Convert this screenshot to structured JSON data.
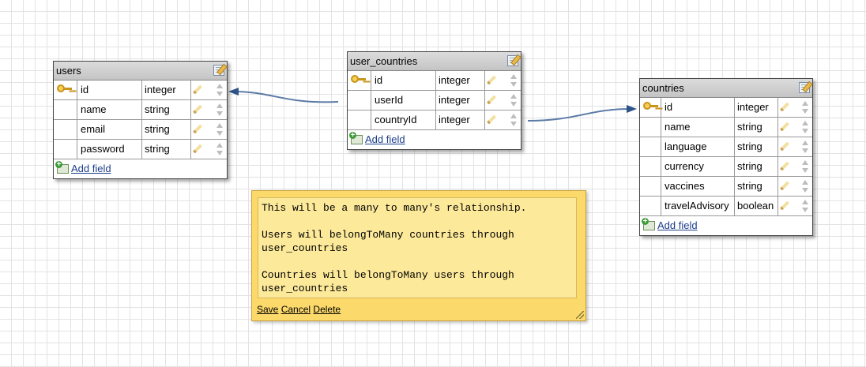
{
  "tables": {
    "users": {
      "name": "users",
      "add_field": "Add field",
      "fields": [
        {
          "name": "id",
          "type": "integer"
        },
        {
          "name": "name",
          "type": "string"
        },
        {
          "name": "email",
          "type": "string"
        },
        {
          "name": "password",
          "type": "string"
        }
      ]
    },
    "user_countries": {
      "name": "user_countries",
      "add_field": "Add field",
      "fields": [
        {
          "name": "id",
          "type": "integer"
        },
        {
          "name": "userId",
          "type": "integer"
        },
        {
          "name": "countryId",
          "type": "integer"
        }
      ]
    },
    "countries": {
      "name": "countries",
      "add_field": "Add field",
      "fields": [
        {
          "name": "id",
          "type": "integer"
        },
        {
          "name": "name",
          "type": "string"
        },
        {
          "name": "language",
          "type": "string"
        },
        {
          "name": "currency",
          "type": "string"
        },
        {
          "name": "vaccines",
          "type": "string"
        },
        {
          "name": "travelAdvisory",
          "type": "boolean"
        }
      ]
    }
  },
  "note": {
    "text": "This will be a many to many's relationship.\n\nUsers will belongToMany countries through\nuser_countries\n\nCountries will belongToMany users through\nuser_countries",
    "save": "Save",
    "cancel": "Cancel",
    "delete": "Delete"
  },
  "colors": {
    "link_line": "#5b7aa6",
    "arrow_head": "#2d5488",
    "note_bg": "#fbd96b",
    "header_bg": "#c8c8c8"
  }
}
